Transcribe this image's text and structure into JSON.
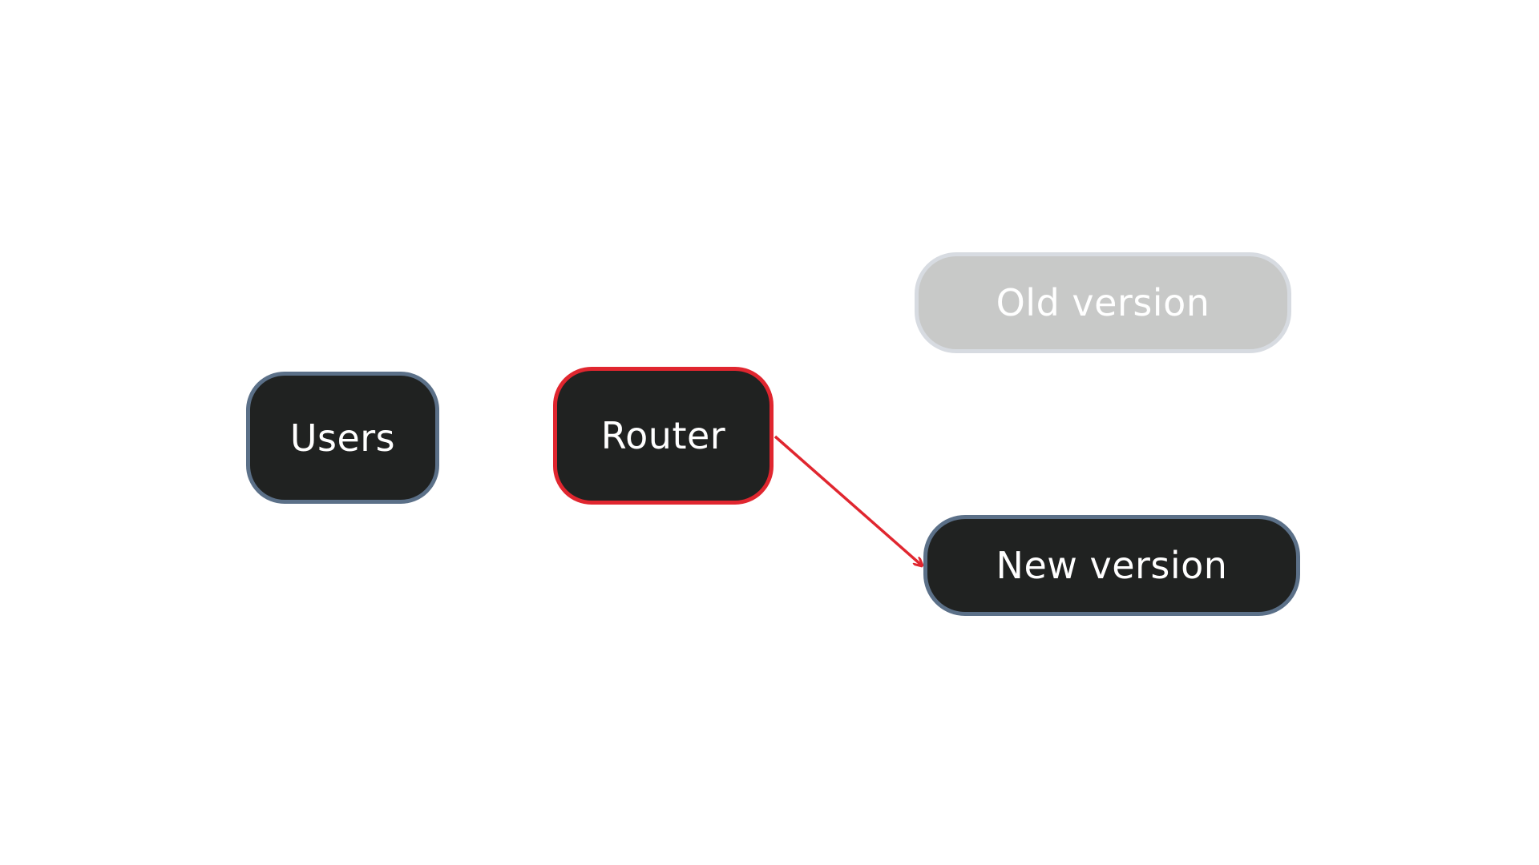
{
  "diagram": {
    "nodes": {
      "users": {
        "label": "Users",
        "border_color": "#5b7088",
        "fill": "#202221"
      },
      "router": {
        "label": "Router",
        "border_color": "#e0262f",
        "fill": "#202221"
      },
      "old_version": {
        "label": "Old version",
        "border_color": "#d7dbe1",
        "fill": "#c8c9c8",
        "state": "inactive"
      },
      "new_version": {
        "label": "New version",
        "border_color": "#5b7088",
        "fill": "#202221"
      }
    },
    "edges": [
      {
        "from": "router",
        "to": "new_version",
        "color": "#e0262f",
        "arrow": "end"
      }
    ]
  }
}
